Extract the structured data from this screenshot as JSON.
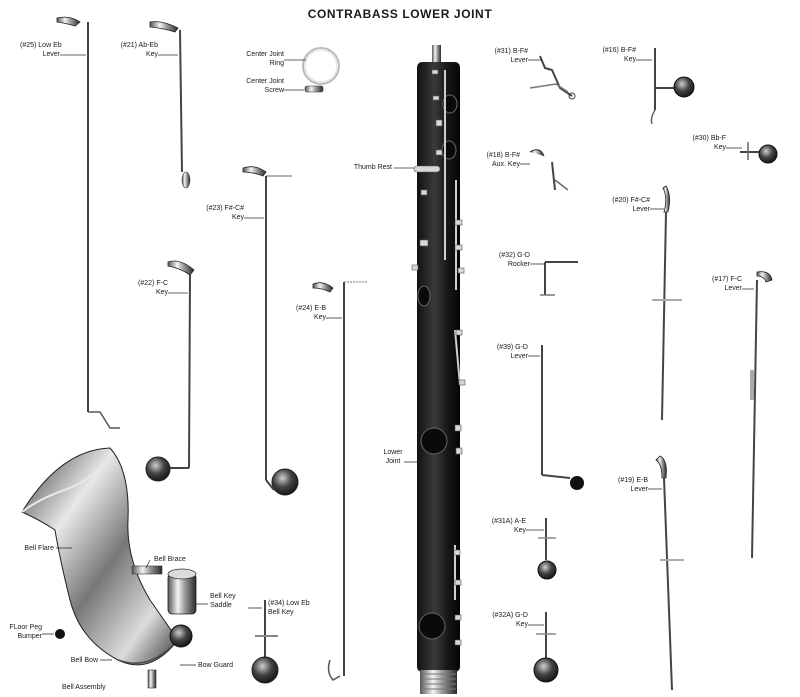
{
  "title": "CONTRABASS LOWER JOINT",
  "labels": {
    "low_eb_lever": [
      "(#25) Low Eb",
      "Lever"
    ],
    "ab_eb_key": [
      "(#21) Ab-Eb",
      "Key"
    ],
    "center_joint_ring": [
      "Center Joint",
      "Ring"
    ],
    "center_joint_screw": [
      "Center Joint",
      "Screw"
    ],
    "b_fs_lever": [
      "(#31) B-F#",
      "Lever"
    ],
    "b_fs_key": [
      "(#16) B-F#",
      "Key"
    ],
    "bb_f_key": [
      "(#30) Bb-F",
      "Key"
    ],
    "thumb_rest": [
      "Thumb Rest"
    ],
    "b_fs_aux_key": [
      "(#18) B-F#",
      "Aux. Key"
    ],
    "fs_cs_lever": [
      "(#20) F#-C#",
      "Lever"
    ],
    "fs_cs_key": [
      "(#23) F#-C#",
      "Key"
    ],
    "f_c_key": [
      "(#22) F-C",
      "Key"
    ],
    "g_d_rocker": [
      "(#32) G-D",
      "Rocker"
    ],
    "f_c_lever": [
      "(#17) F-C",
      "Lever"
    ],
    "e_b_key": [
      "(#24) E-B",
      "Key"
    ],
    "g_d_lever": [
      "(#39) G-D",
      "Lever"
    ],
    "lower_joint": [
      "Lower",
      "Joint"
    ],
    "e_b_lever": [
      "(#19) E-B",
      "Lever"
    ],
    "a_e_key": [
      "(#31A) A-E",
      "Key"
    ],
    "bell_flare": [
      "Bell Flare"
    ],
    "bell_brace": [
      "Bell Brace"
    ],
    "bell_key_saddle": [
      "Bell Key",
      "Saddle"
    ],
    "low_eb_bell_key": [
      "(#34) Low Eb",
      "Bell Key"
    ],
    "g_d_key": [
      "(#32A) G-D",
      "Key"
    ],
    "floor_peg_bumper": [
      "FLoor Peg",
      "Bumper"
    ],
    "bell_bow": [
      "Bell Bow"
    ],
    "bow_guard": [
      "Bow Guard"
    ],
    "bell_assembly": [
      "Bell Assembly"
    ]
  }
}
